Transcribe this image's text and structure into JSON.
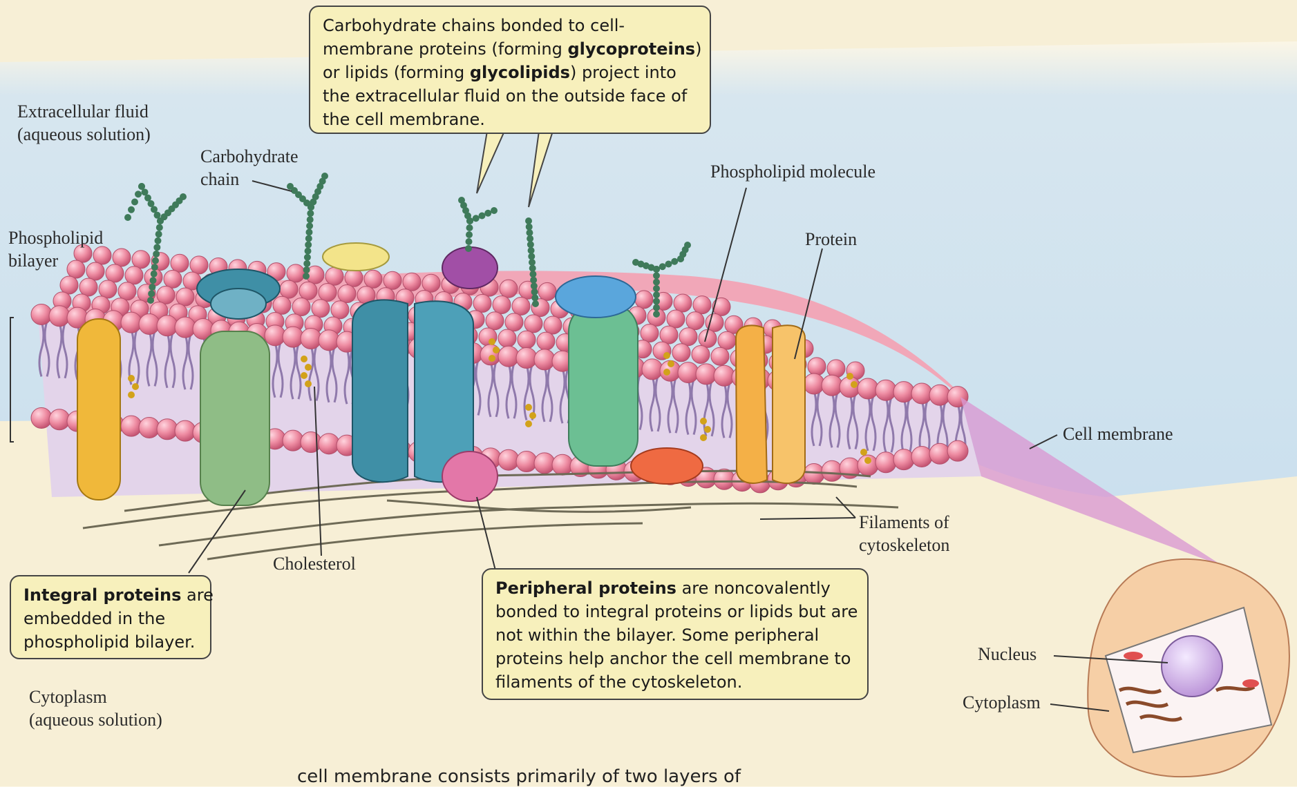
{
  "labels": {
    "extracellular_fluid": [
      "Extracellular fluid",
      "(aqueous solution)"
    ],
    "carbohydrate_chain": [
      "Carbohydrate",
      "chain"
    ],
    "phospholipid_bilayer": [
      "Phospholipid",
      "bilayer"
    ],
    "phospholipid_molecule": "Phospholipid molecule",
    "protein": "Protein",
    "cell_membrane": "Cell membrane",
    "filaments": [
      "Filaments of",
      "cytoskeleton"
    ],
    "cholesterol": "Cholesterol",
    "cytoplasm_left": [
      "Cytoplasm",
      "(aqueous solution)"
    ],
    "nucleus": "Nucleus",
    "cytoplasm_right": "Cytoplasm"
  },
  "callouts": {
    "glyco": {
      "lines": [
        "Carbohydrate chains bonded to cell-",
        "membrane proteins (forming ",
        "glycoproteins",
        ")",
        "or lipids (forming ",
        "glycolipids",
        ") project into",
        "the extracellular fluid on the outside face of",
        "the cell membrane."
      ]
    },
    "integral": {
      "bold": "Integral proteins",
      "rest": " are",
      "lines": [
        "embedded in the",
        "phospholipid bilayer."
      ]
    },
    "peripheral": {
      "bold": "Peripheral proteins",
      "rest": " are noncovalently",
      "lines": [
        "bonded to integral proteins or lipids but are",
        "not within the bilayer. Some peripheral",
        "proteins help anchor the cell membrane to",
        "filaments of the cytoskeleton."
      ]
    }
  },
  "caption": "cell membrane consists primarily of two layers of",
  "colors": {
    "sky": "#cfe2ee",
    "cytoplasm_bg": "#f7efd6",
    "lipid_head": "#ef8fa3",
    "lipid_tail": "#9d86b5",
    "callout_fill": "#f7f0bc",
    "carb_chain": "#3f7a5a"
  }
}
